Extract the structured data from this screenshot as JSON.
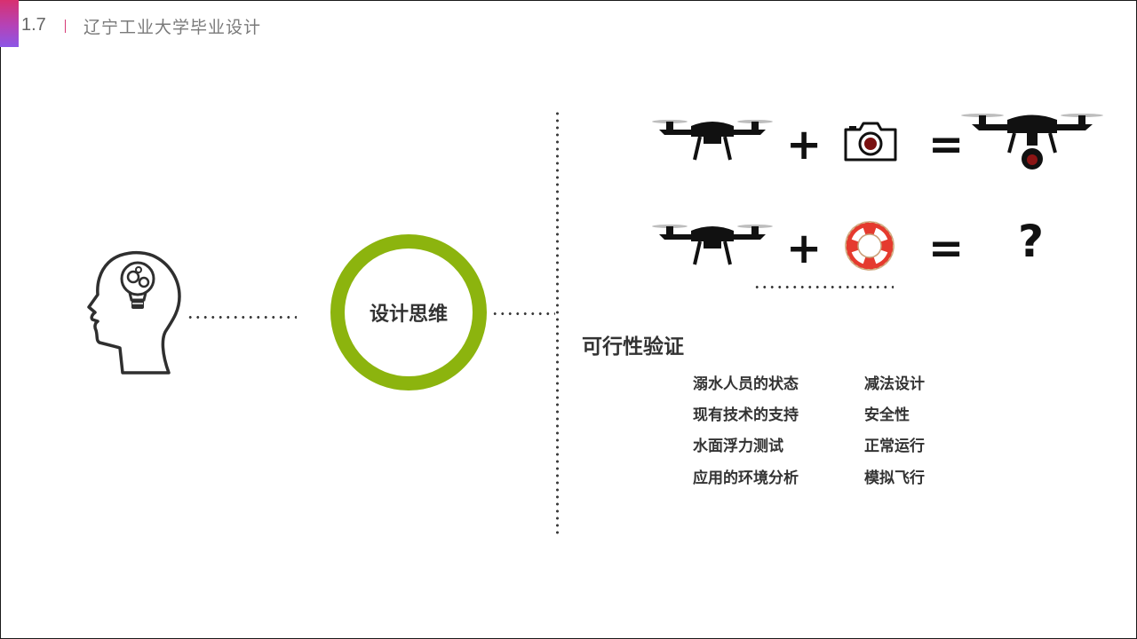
{
  "header": {
    "section_number": "1.7",
    "title": "辽宁工业大学毕业设计"
  },
  "center": {
    "ring_label": "设计思维"
  },
  "equations": {
    "plus": "+",
    "equals": "=",
    "unknown_result": "?"
  },
  "feasibility": {
    "title": "可行性验证",
    "left_items": [
      "溺水人员的状态",
      "现有技术的支持",
      "水面浮力测试",
      "应用的环境分析"
    ],
    "right_items": [
      "减法设计",
      "安全性",
      "正常运行",
      "模拟飞行"
    ]
  },
  "colors": {
    "accent_gradient_top": "#d8306f",
    "accent_gradient_bottom": "#8c56e6",
    "ring_green": "#8cb40e",
    "lifebuoy_red": "#e53a2e"
  },
  "icons": [
    "head-bulb-icon",
    "drone-icon",
    "camera-icon",
    "drone-with-camera-icon",
    "lifebuoy-icon"
  ]
}
